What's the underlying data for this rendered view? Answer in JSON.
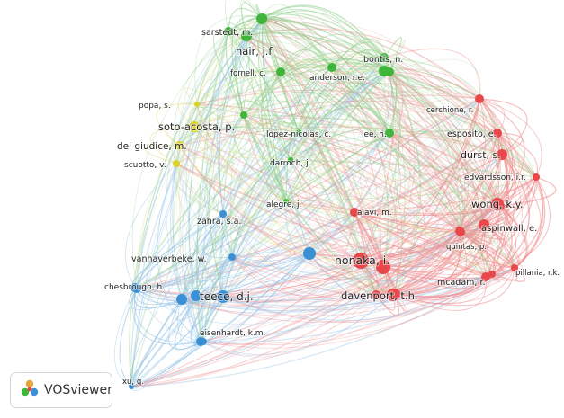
{
  "logo": {
    "text": "VOSviewer",
    "icon": "vosviewer-logo-icon"
  },
  "clusters": {
    "red": {
      "color": "#e8474b",
      "edge": "#ef8c8e"
    },
    "green": {
      "color": "#3fb53b",
      "edge": "#8fd08a"
    },
    "blue": {
      "color": "#3b8fd4",
      "edge": "#8dbfe6"
    },
    "yellow": {
      "color": "#d9d22b",
      "edge": "#e6e08a"
    }
  },
  "nodes": [
    {
      "id": "nonaka",
      "label": "nonaka, i.",
      "cluster": "red"
    },
    {
      "id": "davenport",
      "label": "davenport, t.h.",
      "cluster": "red"
    },
    {
      "id": "wong",
      "label": "wong, k.y.",
      "cluster": "red"
    },
    {
      "id": "durst",
      "label": "durst, s.",
      "cluster": "red"
    },
    {
      "id": "esposito",
      "label": "esposito, e.",
      "cluster": "red"
    },
    {
      "id": "cerchione",
      "label": "cerchione, r.",
      "cluster": "red"
    },
    {
      "id": "edvardsson",
      "label": "edvardsson, i.r.",
      "cluster": "red"
    },
    {
      "id": "aspinwall",
      "label": "aspinwall, e.",
      "cluster": "red"
    },
    {
      "id": "quintas",
      "label": "quintas, p.",
      "cluster": "red"
    },
    {
      "id": "pillania",
      "label": "pillania, r.k.",
      "cluster": "red"
    },
    {
      "id": "mcadam",
      "label": "mcadam, r.",
      "cluster": "red"
    },
    {
      "id": "alavi",
      "label": "alavi, m.",
      "cluster": "red"
    },
    {
      "id": "sarstedt",
      "label": "sarstedt, m.",
      "cluster": "green"
    },
    {
      "id": "hair",
      "label": "hair, j.f.",
      "cluster": "green"
    },
    {
      "id": "fornell",
      "label": "fornell, c.",
      "cluster": "green"
    },
    {
      "id": "anderson",
      "label": "anderson, r.e.",
      "cluster": "green"
    },
    {
      "id": "bontis",
      "label": "bontis, n.",
      "cluster": "green"
    },
    {
      "id": "lee",
      "label": "lee, h.",
      "cluster": "green"
    },
    {
      "id": "lopeznicolas",
      "label": "lopez-nicolas, c.",
      "cluster": "green"
    },
    {
      "id": "darroch",
      "label": "darroch, j.",
      "cluster": "green"
    },
    {
      "id": "alegre",
      "label": "alegre, j.",
      "cluster": "green"
    },
    {
      "id": "popa",
      "label": "popa, s.",
      "cluster": "yellow"
    },
    {
      "id": "sotoacosta",
      "label": "soto-acosta, p.",
      "cluster": "yellow"
    },
    {
      "id": "delgiudice",
      "label": "del giudice, m.",
      "cluster": "yellow"
    },
    {
      "id": "scuotto",
      "label": "scuotto, v.",
      "cluster": "yellow"
    },
    {
      "id": "zahra",
      "label": "zahra, s.a.",
      "cluster": "blue"
    },
    {
      "id": "vanhaverbeke",
      "label": "vanhaverbeke, w.",
      "cluster": "blue"
    },
    {
      "id": "chesbrough",
      "label": "chesbrough, h.",
      "cluster": "blue"
    },
    {
      "id": "teece",
      "label": "teece, d.j.",
      "cluster": "blue"
    },
    {
      "id": "eisenhardt",
      "label": "eisenhardt, k.m.",
      "cluster": "blue"
    },
    {
      "id": "xu",
      "label": "xu, q.",
      "cluster": "blue"
    }
  ]
}
